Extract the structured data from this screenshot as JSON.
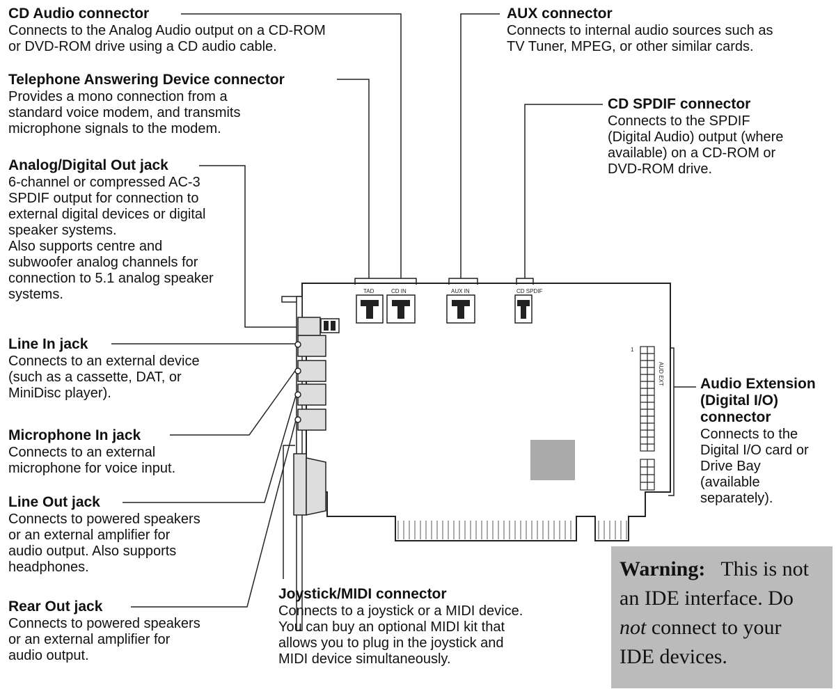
{
  "callouts": {
    "cd_audio": {
      "title": "CD Audio connector",
      "lines": [
        "Connects to the Analog Audio output on a CD-ROM",
        "or DVD-ROM drive using a CD audio cable."
      ]
    },
    "aux": {
      "title": "AUX connector",
      "lines": [
        "Connects to internal audio sources such as",
        "TV Tuner, MPEG, or other similar cards."
      ]
    },
    "tad": {
      "title": "Telephone Answering Device connector",
      "lines": [
        "Provides a mono connection from a",
        "standard voice modem, and transmits",
        "microphone signals to the modem."
      ]
    },
    "cd_spdif": {
      "title": "CD SPDIF connector",
      "lines": [
        "Connects to the SPDIF",
        "(Digital Audio) output (where",
        "available) on a CD-ROM or",
        "DVD-ROM drive."
      ]
    },
    "analog_digital_out": {
      "title": "Analog/Digital Out jack",
      "lines": [
        "6-channel or compressed AC-3",
        "SPDIF output for connection to",
        "external digital devices or digital",
        "speaker systems.",
        "Also supports centre and",
        "subwoofer analog channels for",
        "connection to 5.1 analog speaker",
        "systems."
      ]
    },
    "line_in": {
      "title": "Line In jack",
      "lines": [
        "Connects to an external device",
        "(such as a cassette, DAT, or",
        "MiniDisc player)."
      ]
    },
    "mic_in": {
      "title": "Microphone In jack",
      "lines": [
        "Connects to an external",
        "microphone for voice input."
      ]
    },
    "line_out": {
      "title": "Line Out jack",
      "lines": [
        "Connects to powered speakers",
        "or an external amplifier for",
        "audio output. Also supports",
        "headphones."
      ]
    },
    "rear_out": {
      "title": "Rear Out jack",
      "lines": [
        "Connects to powered speakers",
        "or an external amplifier for",
        "audio output."
      ]
    },
    "joystick": {
      "title": "Joystick/MIDI connector",
      "lines": [
        "Connects to a joystick or a MIDI device.",
        "You can buy an optional MIDI kit that",
        "allows you to plug in the joystick and",
        "MIDI device simultaneously."
      ]
    },
    "audio_ext": {
      "title_lines": [
        "Audio Extension",
        "(Digital I/O)",
        "connector"
      ],
      "lines": [
        "Connects to the",
        "Digital I/O card or",
        "Drive Bay",
        "(available",
        "separately)."
      ]
    }
  },
  "board_labels": {
    "tad": "TAD",
    "cd_in": "CD IN",
    "aux_in": "AUX IN",
    "cd_spdif": "CD SPDIF",
    "aud_ext": "AUD EXT",
    "pin1": "1"
  },
  "warning": {
    "label": "Warning:",
    "line1_rest": "This is not",
    "line2": "an IDE interface. Do",
    "line3_em": "not",
    "line3_rest": " connect to your",
    "line4": "IDE devices."
  },
  "colors": {
    "text": "#111111",
    "board_line": "#222222",
    "jack_fill": "#dddddd",
    "chip_fill": "#aaaaaa",
    "warning_bg": "#bbbbbb"
  }
}
